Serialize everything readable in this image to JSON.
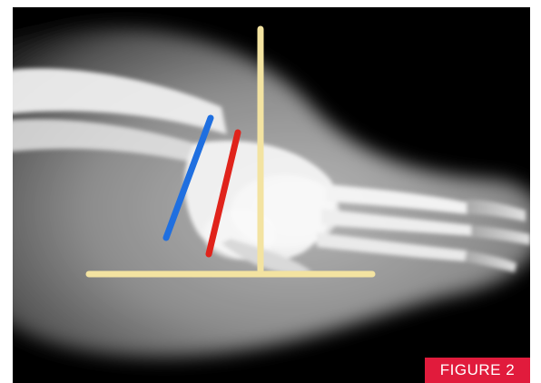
{
  "figure": {
    "label": "FIGURE 2"
  },
  "colors": {
    "background": "#000000",
    "bone": "#f2f2f2",
    "soft_tissue": "#9a9a9a",
    "reference_line": "#f3e3a1",
    "blue_line": "#1f6fe0",
    "red_line": "#e0231b",
    "badge": "#e11b3c"
  },
  "lines": [
    {
      "name": "vertical-reference",
      "color": "reference_line"
    },
    {
      "name": "horizontal-reference",
      "color": "reference_line"
    },
    {
      "name": "blue-axis",
      "color": "blue_line"
    },
    {
      "name": "red-axis",
      "color": "red_line"
    }
  ]
}
